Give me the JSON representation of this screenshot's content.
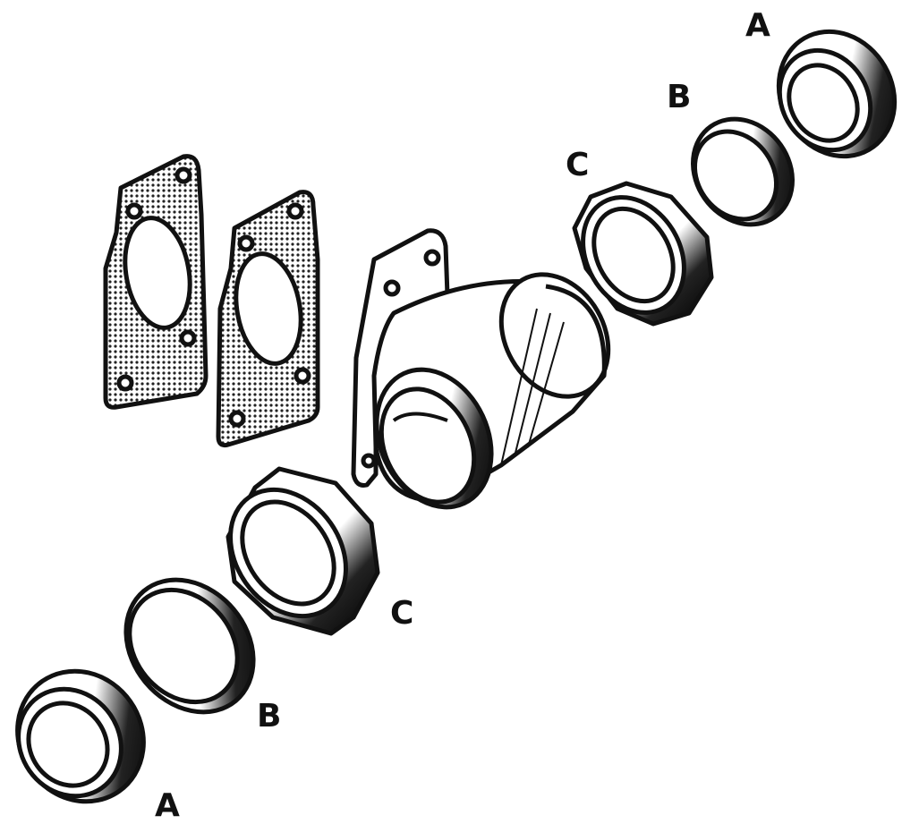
{
  "diagram": {
    "labels": {
      "a_top": "A",
      "b_top": "B",
      "c_top": "C",
      "c_bottom": "C",
      "b_bottom": "B",
      "a_bottom": "A"
    },
    "parts": [
      "gasket-1",
      "gasket-2",
      "tee-housing",
      "union-nut-upper",
      "olive-ring-upper",
      "threaded-insert-upper",
      "union-nut-lower",
      "olive-ring-lower",
      "threaded-insert-lower"
    ],
    "colors": {
      "ink": "#111111",
      "paper": "#ffffff",
      "gasket_fill": "#9a9a9a"
    }
  }
}
